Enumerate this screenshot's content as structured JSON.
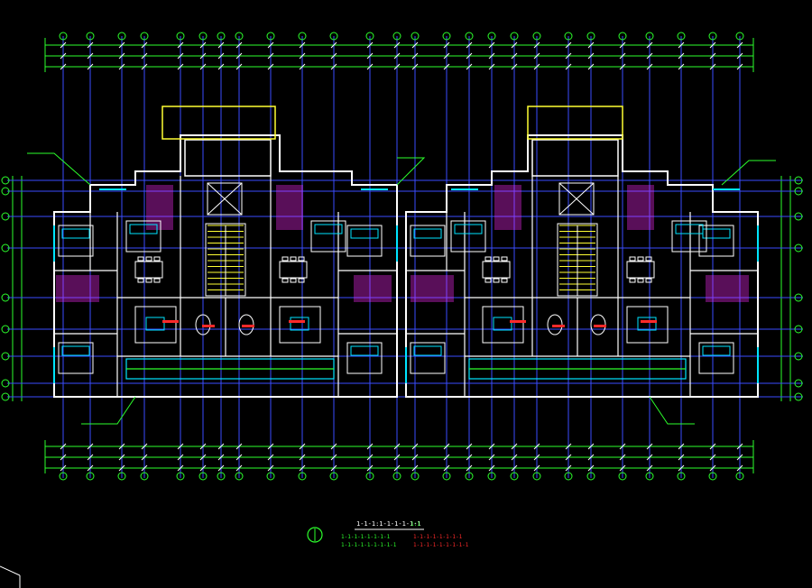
{
  "drawing": {
    "legend": {
      "title": "1-1-1:1-1-1-1-1-1",
      "title_sub": "1:1",
      "green_lines": [
        "1-1-1-1-1-1-1-1",
        "1-1-1-1-1-1-1-1-1"
      ],
      "red_lines": [
        "1-1-1-1-1-1-1-1",
        "1-1-1-1-1-1-1-1-1"
      ]
    },
    "colors": {
      "background": "#000000",
      "dimension_green": "#2cff2c",
      "axis_blue": "#3a4dff",
      "wall_white": "#ffffff",
      "cyan": "#00e5ff",
      "magenta": "#ff2cff",
      "yellow": "#ffff33",
      "red": "#ff2a2a"
    }
  }
}
